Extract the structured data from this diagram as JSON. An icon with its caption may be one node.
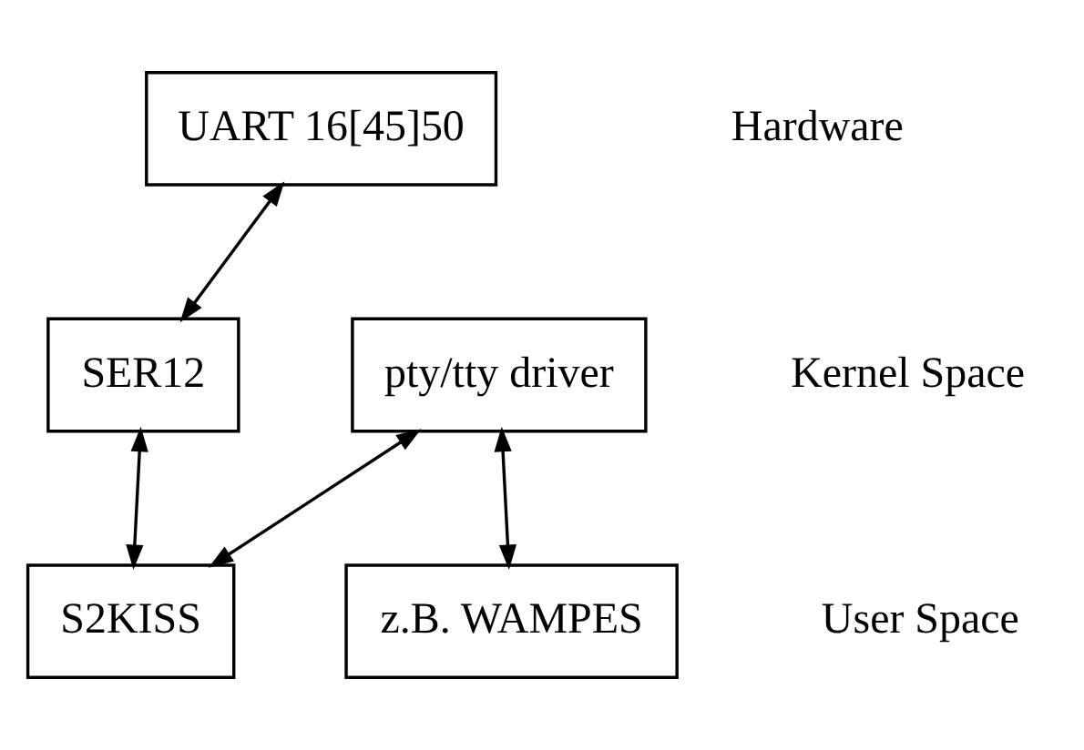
{
  "diagram": {
    "nodes": [
      {
        "text": [
          "UART 16[45]50"
        ]
      },
      {
        "text": [
          "SER12"
        ]
      },
      {
        "text": [
          "pty/tty driver"
        ]
      },
      {
        "text": [
          "S2KISS"
        ]
      },
      {
        "text": [
          "z.B. WAMPES"
        ]
      }
    ],
    "edges": [
      {
        "from": 0,
        "to": 1,
        "arrow": "both"
      },
      {
        "from": 1,
        "to": 3,
        "arrow": "both"
      },
      {
        "from": 2,
        "to": 3,
        "arrow": "both"
      },
      {
        "from": 2,
        "to": 4,
        "arrow": "both"
      }
    ],
    "labels": [
      "Hardware",
      "Kernel Space",
      "User Space"
    ]
  }
}
